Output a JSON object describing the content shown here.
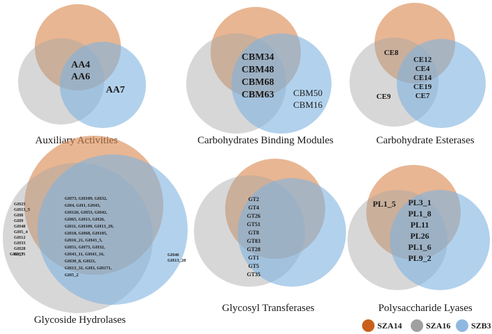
{
  "colors": {
    "SZA14": "#d9864b",
    "SZA16": "#a6a6a6",
    "SZB3": "#7fb2e0"
  },
  "panels": {
    "aa": {
      "title": "Auxiliary Activities",
      "shared_all": [
        "AA4",
        "AA6"
      ],
      "szb3_only": [
        "AA7"
      ]
    },
    "cbm": {
      "title": "Carbohydrates Binding Modules",
      "shared_all": [
        "CBM34",
        "CBM48",
        "CBM68",
        "CBM63"
      ],
      "szb3_only": [
        "CBM50",
        "CBM16"
      ]
    },
    "ce": {
      "title": "Carbohydrate Esterases",
      "sza14_sza16": [
        "CE8"
      ],
      "shared_all": [
        "CE12",
        "CE4",
        "CE14",
        "CE19",
        "CE7"
      ],
      "sza16_only": [
        "CE9"
      ]
    },
    "gh": {
      "title": "Glycoside Hydrolases",
      "sza14_sza16": [
        "GH25",
        "GH13_5",
        "GH8",
        "GH9",
        "GH48",
        "GH5_4",
        "GH12",
        "GH33",
        "GH28",
        "GH31"
      ],
      "shared_all": [
        "GH73, GH109, GH32,",
        "GH4, GH1, GH43,",
        "GH126, GH53, GH42,",
        "GH65, GH13, GH26,",
        "GH11, GH109, GH13_29,",
        "GH18, GH68, GH105,",
        "GH16_21, GH43_5,",
        "GH51, GH73, GH32,",
        "GH43_11, GH43_16,",
        "GH30_8, GH23,",
        "GH13_31, GH3, GH171,",
        "GH5_2"
      ],
      "sza16_only": [
        "GH5_7"
      ],
      "szb3_only": [
        "GH46",
        "GH13_28"
      ]
    },
    "gt": {
      "title": "Glycosyl Transferases",
      "shared_all": [
        "GT2",
        "GT4",
        "GT26",
        "GT51",
        "GT8",
        "GT83",
        "GT28",
        "GT1",
        "GT5",
        "GT35"
      ]
    },
    "pl": {
      "title": "Polysaccharide Lyases",
      "sza14_sza16": [
        "PL1_5"
      ],
      "shared_all": [
        "PL3_1",
        "PL1_8",
        "PL11",
        "PL26",
        "PL1_6",
        "PL9_2"
      ]
    }
  },
  "legend": [
    {
      "label": "SZA14",
      "color": "#c8601c"
    },
    {
      "label": "SZA16",
      "color": "#a0a0a0"
    },
    {
      "label": "SZB3",
      "color": "#8fb8e0"
    }
  ]
}
